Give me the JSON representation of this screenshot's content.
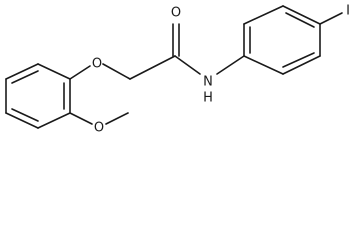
{
  "molecule": {
    "atoms": {
      "carbonyl_oxygen": "O",
      "ether_oxygen": "O",
      "amide_nitrogen": "N",
      "amide_hydrogen": "H",
      "iodine": "I",
      "methoxy_oxygen": "O"
    }
  }
}
